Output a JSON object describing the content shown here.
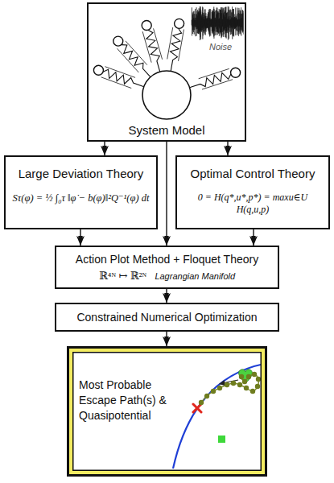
{
  "diagram": {
    "nodes": [
      {
        "text": [
          "System Model"
        ]
      },
      {
        "text": [
          "Large Deviation Theory",
          "Sτ(φ) = ½ ∫₀τ ‖φ̇ − b(φ)‖²Q⁻¹(φ) dt"
        ]
      },
      {
        "text": [
          "Optimal Control Theory",
          "0 = H(q*,u*,p*) = maxu∈U H(q,u,p)"
        ]
      },
      {
        "text": [
          "Action Plot Method + Floquet Theory",
          "ℝ⁴ᴺ ↦ ℝ²ᴺ",
          "Lagrangian Manifold"
        ]
      },
      {
        "text": [
          "Constrained Numerical Optimization"
        ]
      },
      {
        "text": [
          "Most Probable Escape Path(s) & Quasipotential"
        ]
      }
    ],
    "edges": [
      {
        "from": 0,
        "to": 1,
        "arrow": "to"
      },
      {
        "from": 0,
        "to": 2,
        "arrow": "to"
      },
      {
        "from": 0,
        "to": 3,
        "arrow": "to"
      },
      {
        "from": 1,
        "to": 3,
        "arrow": "to"
      },
      {
        "from": 2,
        "to": 3,
        "arrow": "to"
      },
      {
        "from": 3,
        "to": 4,
        "arrow": "to"
      },
      {
        "from": 4,
        "to": 5,
        "arrow": "to"
      }
    ],
    "labels": [
      "Noise"
    ]
  }
}
